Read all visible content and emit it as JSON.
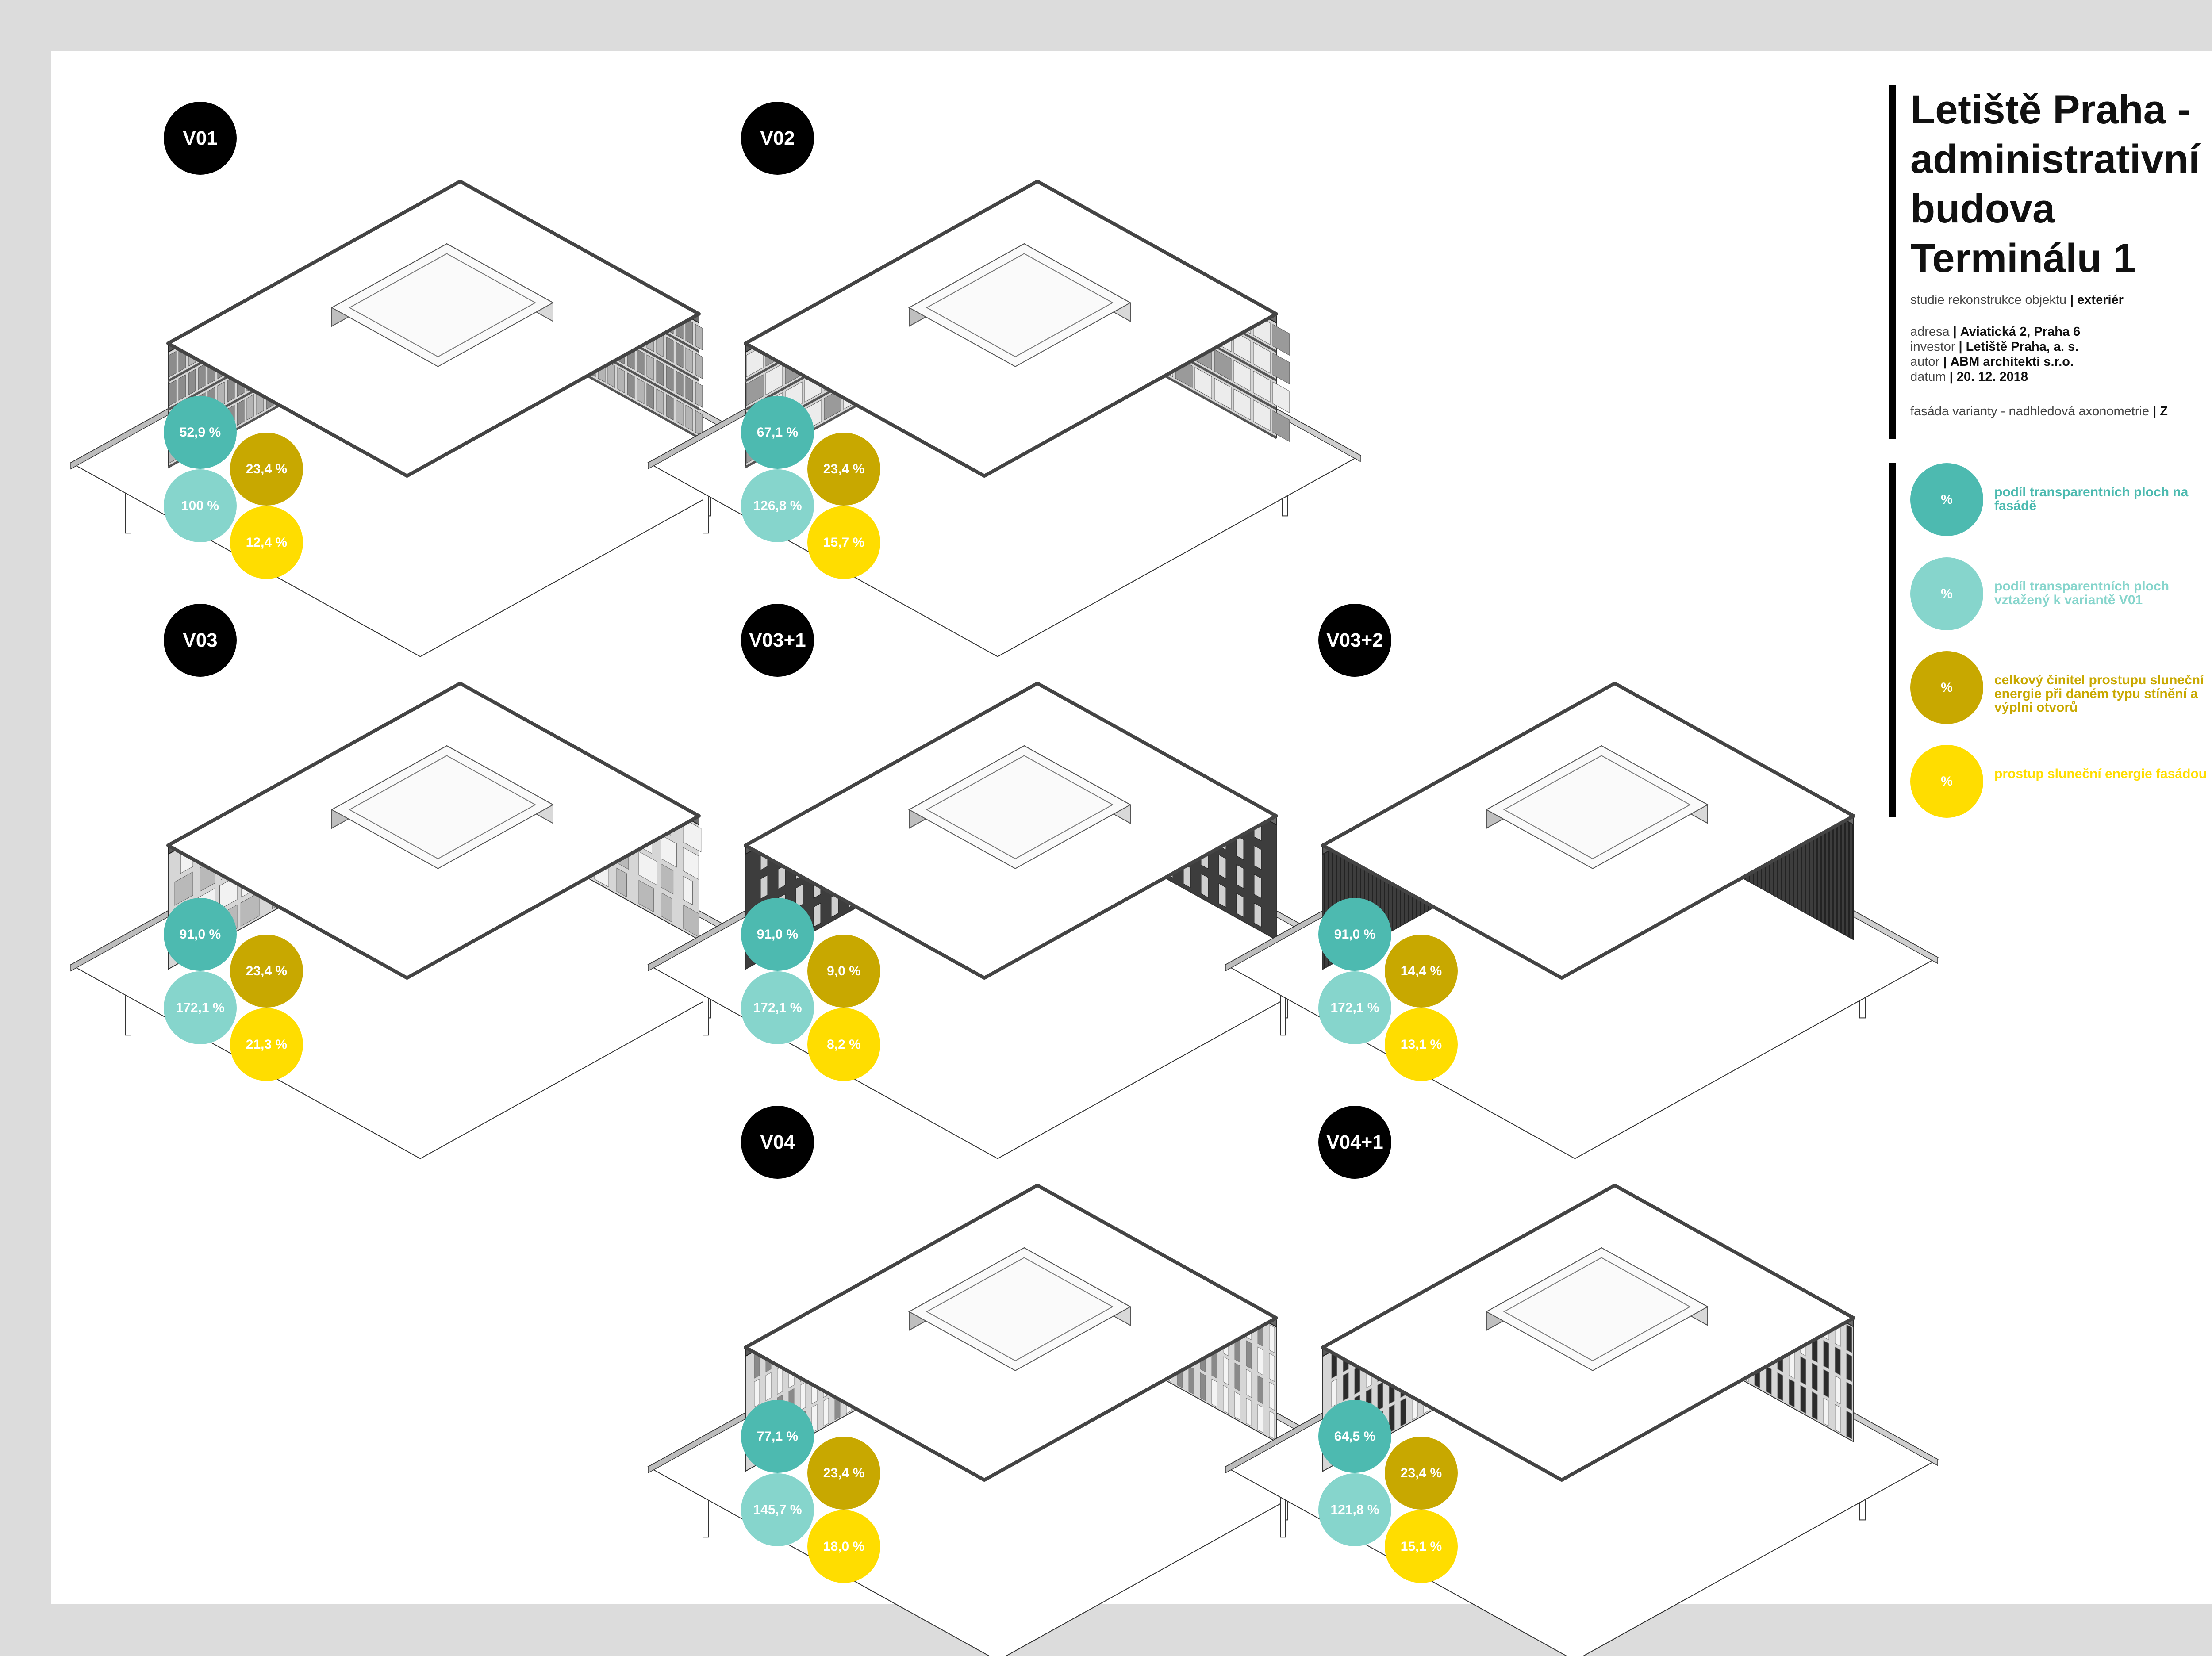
{
  "header": {
    "title": "Letiště Praha -\nadministrativní\nbudova\nTerminálu 1",
    "study": {
      "label": "studie rekonstrukce objektu",
      "value": "exteriér"
    },
    "info": [
      {
        "label": "adresa",
        "value": "Aviatická 2, Praha 6"
      },
      {
        "label": "investor",
        "value": "Letiště Praha, a. s."
      },
      {
        "label": "autor",
        "value": "ABM architekti s.r.o."
      },
      {
        "label": "datum",
        "value": "20. 12. 2018"
      }
    ],
    "view": {
      "label": "fasáda varianty - nadhledová axonometrie",
      "value": "Z"
    }
  },
  "legend": [
    {
      "symbol": "%",
      "text": "podíl transparentních ploch na fasádě",
      "color": "#4dbab0"
    },
    {
      "symbol": "%",
      "text": "podíl transparentních ploch vztažený k variantě V01",
      "color": "#86d5cc"
    },
    {
      "symbol": "%",
      "text": "celkový činitel prostupu sluneční energie při daném typu stínění a výplni otvorů",
      "color": "#c8a800"
    },
    {
      "symbol": "%",
      "text": "prostup sluneční energie fasádou",
      "color": "#ffdd00"
    }
  ],
  "colors": {
    "teal_dark": "#4dbab0",
    "teal_light": "#86d5cc",
    "olive": "#c8a800",
    "yellow": "#ffdd00"
  },
  "variants": [
    {
      "id": "V01",
      "facade": "grid",
      "transparency": "52,9 %",
      "relative": "100 %",
      "g_total": "23,4 %",
      "solar": "12,4 %"
    },
    {
      "id": "V02",
      "facade": "bands",
      "transparency": "67,1 %",
      "relative": "126,8 %",
      "g_total": "23,4 %",
      "solar": "15,7 %"
    },
    {
      "id": "V03",
      "facade": "panels",
      "transparency": "91,0 %",
      "relative": "172,1 %",
      "g_total": "23,4 %",
      "solar": "21,3 %"
    },
    {
      "id": "V03+1",
      "facade": "dark-grid",
      "transparency": "91,0 %",
      "relative": "172,1 %",
      "g_total": "9,0 %",
      "solar": "8,2 %"
    },
    {
      "id": "V03+2",
      "facade": "louvres",
      "transparency": "91,0 %",
      "relative": "172,1 %",
      "g_total": "14,4 %",
      "solar": "13,1 %"
    },
    {
      "id": "V04",
      "facade": "random-light",
      "transparency": "77,1 %",
      "relative": "145,7 %",
      "g_total": "23,4 %",
      "solar": "18,0 %"
    },
    {
      "id": "V04+1",
      "facade": "random-dark",
      "transparency": "64,5 %",
      "relative": "121,8 %",
      "g_total": "23,4 %",
      "solar": "15,1 %"
    }
  ]
}
